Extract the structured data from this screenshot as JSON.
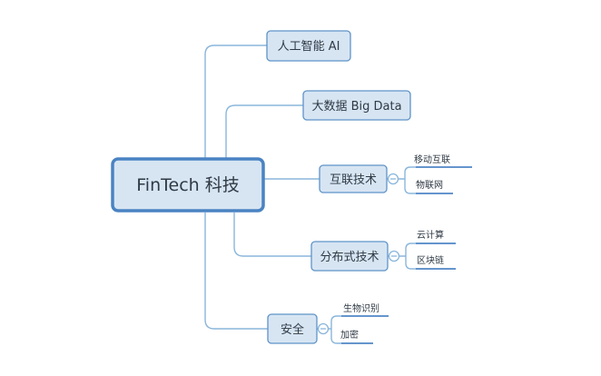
{
  "root": {
    "label": "FinTech 科技"
  },
  "branches": [
    {
      "id": "ai",
      "label": "人工智能 AI",
      "children": []
    },
    {
      "id": "bigdata",
      "label": "大数据 Big Data",
      "children": []
    },
    {
      "id": "internet",
      "label": "互联技术",
      "children": [
        "移动互联",
        "物联网"
      ]
    },
    {
      "id": "distributed",
      "label": "分布式技术",
      "children": [
        "云计算",
        "区块链"
      ]
    },
    {
      "id": "security",
      "label": "安全",
      "children": [
        "生物识别",
        "加密"
      ]
    }
  ],
  "colors": {
    "node_fill": "#d7e5f3",
    "node_border": "#5f93c8",
    "root_border": "#4a83c3",
    "connector": "#8ab6dc",
    "leaf_underline": "#4f86c6",
    "text": "#2f3a45"
  }
}
